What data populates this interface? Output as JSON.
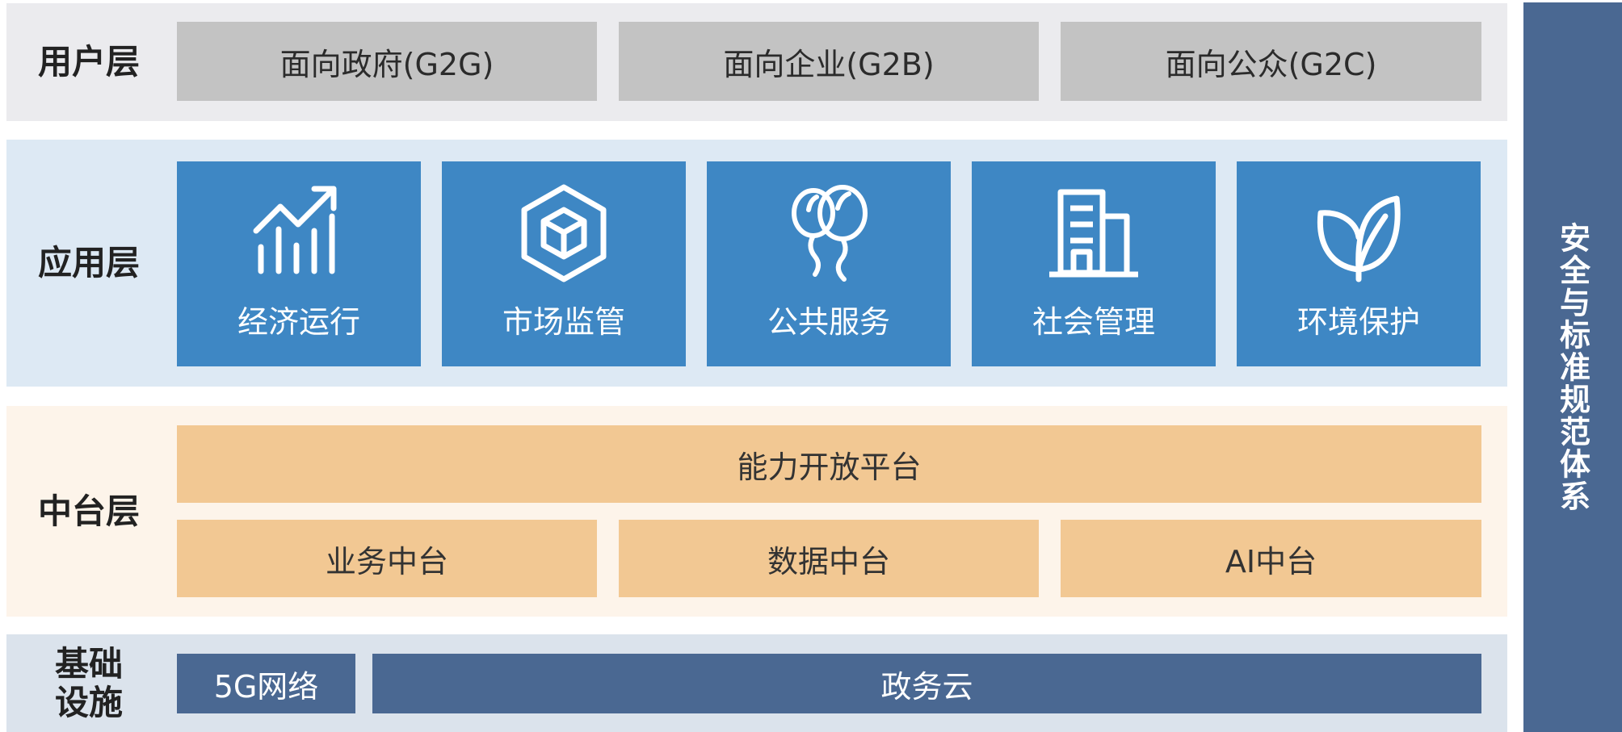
{
  "user_layer": {
    "label": "用户层",
    "items": [
      "面向政府(G2G)",
      "面向企业(G2B)",
      "面向公众(G2C)"
    ]
  },
  "app_layer": {
    "label": "应用层",
    "items": [
      {
        "label": "经济运行",
        "icon": "trend-chart-icon"
      },
      {
        "label": "市场监管",
        "icon": "hexagon-cube-icon"
      },
      {
        "label": "公共服务",
        "icon": "balloons-icon"
      },
      {
        "label": "社会管理",
        "icon": "building-icon"
      },
      {
        "label": "环境保护",
        "icon": "leaf-icon"
      }
    ]
  },
  "middle_layer": {
    "label": "中台层",
    "platform": "能力开放平台",
    "items": [
      "业务中台",
      "数据中台",
      "AI中台"
    ]
  },
  "infra_layer": {
    "label": "基础设施",
    "network": "5G网络",
    "cloud": "政务云"
  },
  "side": {
    "label": "安全与标准规范体系"
  },
  "colors": {
    "gray_box": "#c3c3c3",
    "app_tile": "#3e87c4",
    "orange_box": "#f2c893",
    "navy": "#4a6892"
  }
}
